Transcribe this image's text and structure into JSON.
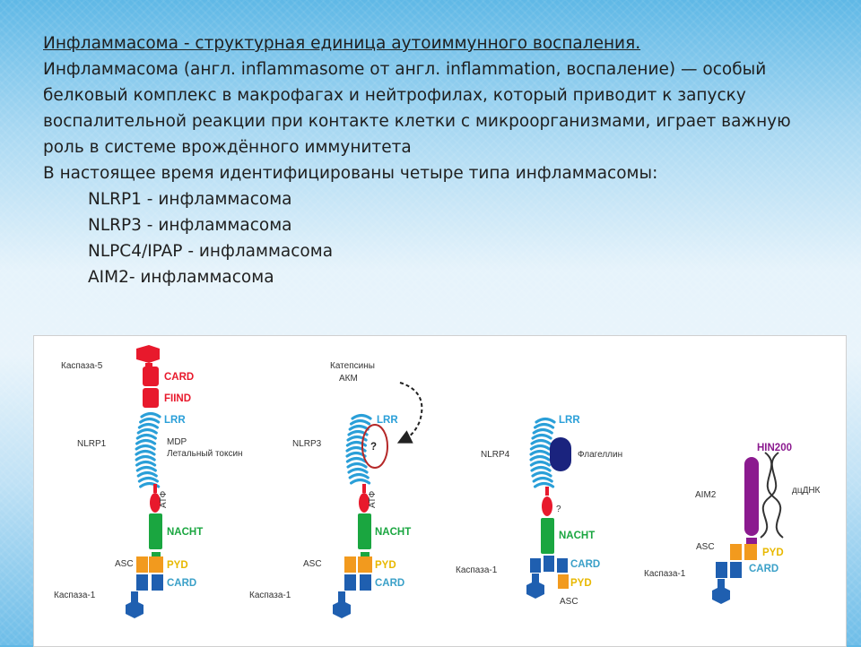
{
  "text": {
    "title": "Инфламмасома - структурная единица аутоиммунного воспаления.",
    "definition": "Инфламмасома (англ. inflammasome от англ. inflammation, воспаление) — особый белковый комплекс в макрофагах и нейтрофилах, который приводит к запуску воспалительной реакции при контакте клетки с микроорганизмами, играет важную роль в системе врождённого иммунитета",
    "types_intro": "В настоящее время идентифицированы четыре типа инфламмасомы:",
    "types": [
      "NLRP1 - инфламмасома",
      "NLRP3 - инфламмасома",
      "NLPC4/IPAP - инфламмасома",
      "AIM2- инфламмасома"
    ]
  },
  "diagram": {
    "nlrp1": {
      "caspase5": "Каспаза-5",
      "card": "CARD",
      "fiind": "FIIND",
      "lrr": "LRR",
      "name": "NLRP1",
      "ligand1": "MDP",
      "ligand2": "Летальный токсин",
      "atp": "АТФ",
      "nacht": "NACHT",
      "asc": "ASC",
      "pyd": "PYD",
      "card2": "CARD",
      "caspase1": "Каспаза-1"
    },
    "nlrp3": {
      "cathepsins": "Катепсины",
      "akm": "АКМ",
      "lrr": "LRR",
      "name": "NLRP3",
      "unknown": "?",
      "atp": "АТФ",
      "nacht": "NACHT",
      "asc": "ASC",
      "pyd": "PYD",
      "card": "CARD",
      "caspase1": "Каспаза-1"
    },
    "nlrp4": {
      "lrr": "LRR",
      "name": "NLRP4",
      "flagellin": "Флагеллин",
      "unknown": "?",
      "nacht": "NACHT",
      "card": "CARD",
      "caspase1": "Каспаза-1",
      "pyd": "PYD",
      "asc": "ASC"
    },
    "aim2": {
      "hin200": "HIN200",
      "name": "AIM2",
      "dsdna": "дцДНК",
      "asc": "ASC",
      "pyd": "PYD",
      "card": "CARD",
      "caspase1": "Каспаза-1"
    },
    "colors": {
      "card_red": "#e8192c",
      "lrr_blue": "#2a9fd8",
      "nacht_green": "#1aa640",
      "pyd_orange": "#f29a1e",
      "card_blue": "#1f5fb0",
      "flagellin_navy": "#1a237e",
      "hin_purple": "#8b1a8f",
      "caption_yellow": "#e8b800",
      "caption_teal": "#3aa0c8",
      "caption_purple": "#8b1a8f"
    }
  }
}
